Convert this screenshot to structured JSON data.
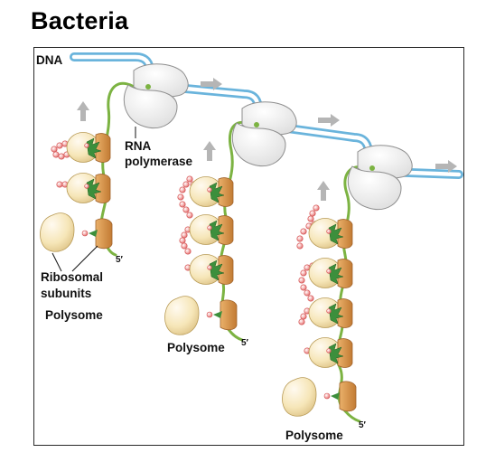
{
  "title": "Bacteria",
  "labels": {
    "dna": "DNA",
    "rna_polymerase_line1": "RNA",
    "rna_polymerase_line2": "polymerase",
    "ribosomal_line1": "Ribosomal",
    "ribosomal_line2": "subunits",
    "polysome_1": "Polysome",
    "polysome_2": "Polysome",
    "polysome_3": "Polysome",
    "five_prime_1": "5′",
    "five_prime_2": "5′",
    "five_prime_3": "5′"
  },
  "colors": {
    "dna_strand": "#6ab4dc",
    "mrna": "#7cb342",
    "ribosome_large": "#f3e3b0",
    "ribosome_small": "#d9954a",
    "polymerase": "#f2f2f2",
    "peptide": "#e97a7a",
    "trna": "#3c8f3c",
    "arrow": "#b5b5b5"
  }
}
